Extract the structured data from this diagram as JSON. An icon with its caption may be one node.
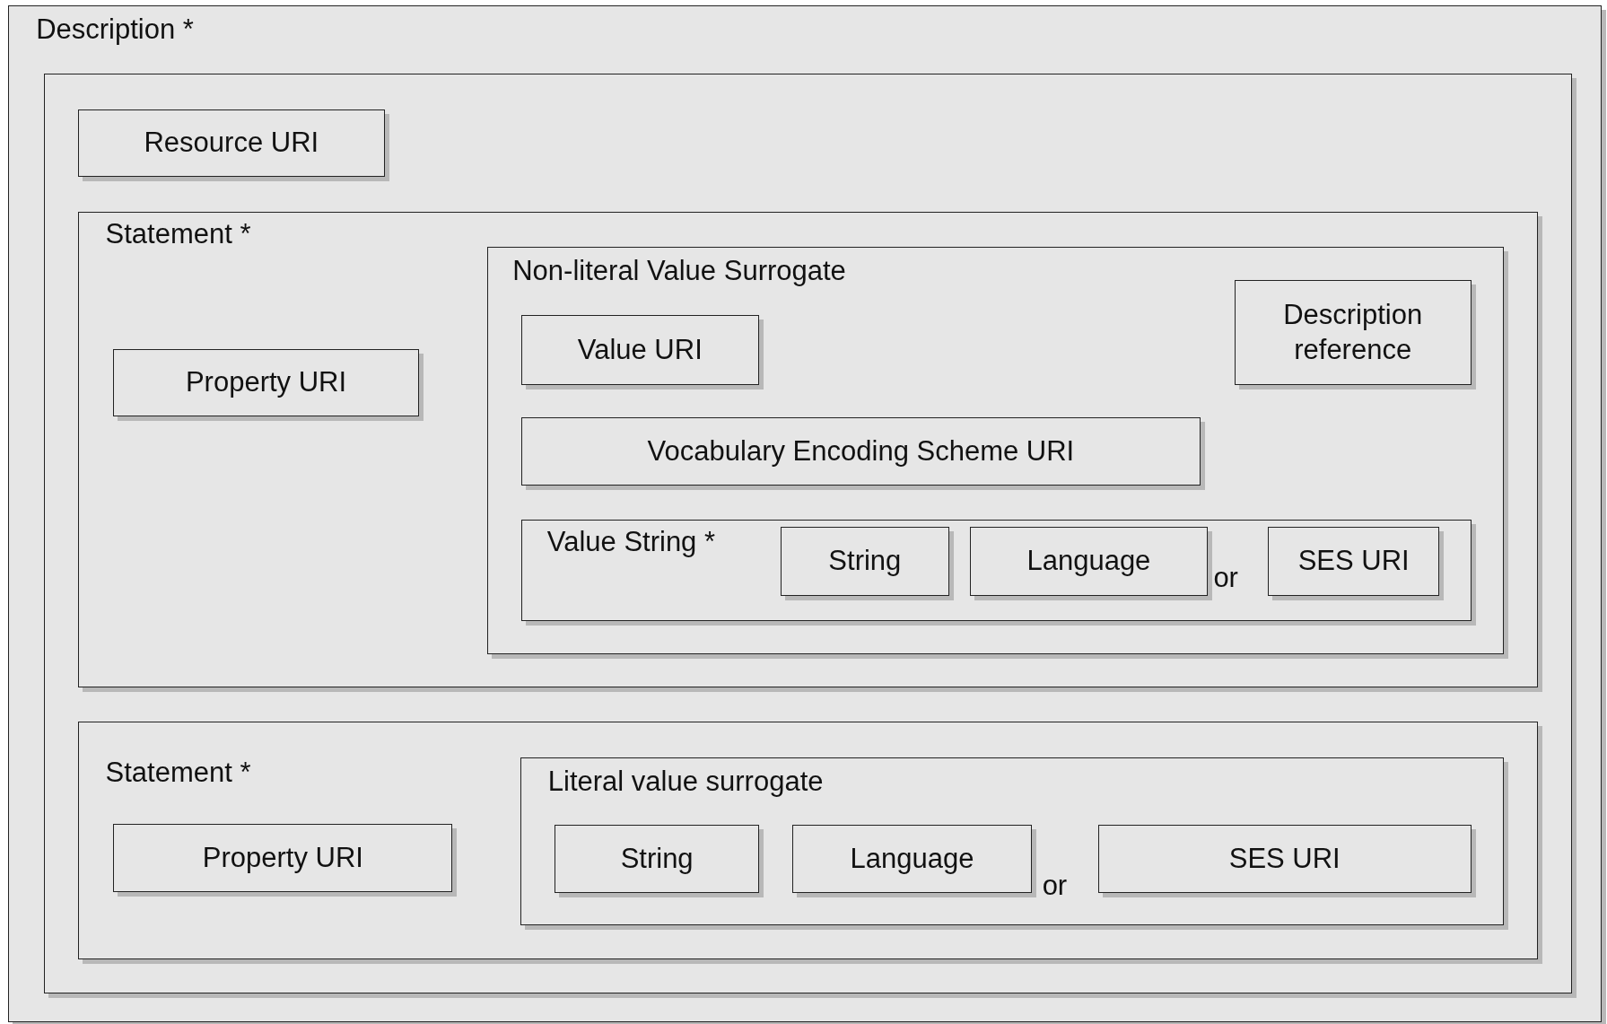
{
  "diagram": {
    "nodes": [
      {
        "text": [
          "Description *"
        ]
      },
      {
        "text": [],
        "shape": "box",
        "in": 0
      },
      {
        "text": [
          "Resource URI"
        ],
        "in": 1
      },
      {
        "text": [
          "Statement *"
        ],
        "in": 1
      },
      {
        "text": [
          "Property URI"
        ],
        "in": 3
      },
      {
        "text": [
          "Non-literal Value Surrogate"
        ],
        "in": 3
      },
      {
        "text": [
          "Value URI"
        ],
        "in": 5
      },
      {
        "text": [
          "Description reference"
        ],
        "in": 5
      },
      {
        "text": [
          "Vocabulary Encoding Scheme URI"
        ],
        "in": 5
      },
      {
        "text": [
          "Value String *"
        ],
        "in": 5
      },
      {
        "text": [
          "String"
        ],
        "in": 9
      },
      {
        "text": [
          "Language"
        ],
        "in": 9
      },
      {
        "text": [
          "SES URI"
        ],
        "in": 9
      },
      {
        "text": [
          "Statement *"
        ],
        "in": 1
      },
      {
        "text": [
          "Property URI"
        ],
        "in": 13
      },
      {
        "text": [
          "Literal value surrogate"
        ],
        "in": 13
      },
      {
        "text": [
          "String"
        ],
        "in": 15
      },
      {
        "text": [
          "Language"
        ],
        "in": 15
      },
      {
        "text": [
          "SES URI"
        ],
        "in": 15
      }
    ],
    "edges": [],
    "labels": [
      "or",
      "or"
    ]
  }
}
